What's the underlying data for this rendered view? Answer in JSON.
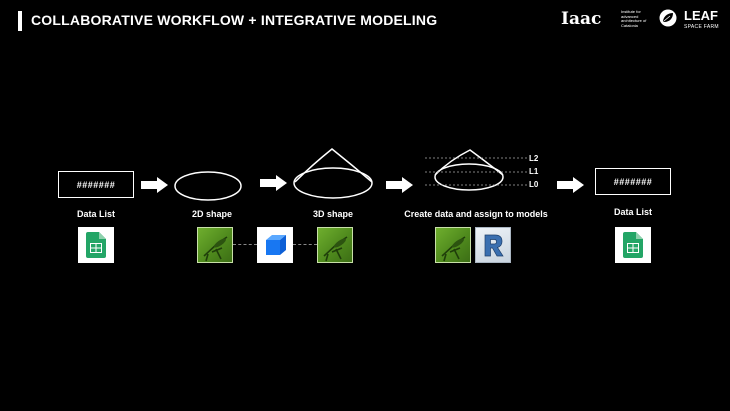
{
  "header": {
    "title": "COLLABORATIVE WORKFLOW + INTEGRATIVE MODELING",
    "iaac_logo": "Iaac",
    "iaac_subtitle": "Institute for advanced architecture of Catalonia",
    "leaf_logo": "LEAF",
    "leaf_subtitle": "SPACE FARM"
  },
  "steps": {
    "data_list_in": {
      "box_text": "#######",
      "label": "Data List",
      "icon": "google-sheets-icon"
    },
    "shape_2d": {
      "label": "2D shape",
      "icons": [
        "grasshopper-icon",
        "blue-cube-icon"
      ]
    },
    "shape_3d": {
      "label": "3D shape",
      "icons": [
        "grasshopper-icon"
      ]
    },
    "assign": {
      "label": "Create data and assign to models",
      "levels": [
        "L2",
        "L1",
        "L0"
      ],
      "icons": [
        "grasshopper-icon",
        "revit-icon"
      ]
    },
    "data_list_out": {
      "box_text": "#######",
      "label": "Data List",
      "icon": "google-sheets-icon"
    }
  },
  "colors": {
    "background": "#000000",
    "foreground": "#ffffff",
    "sheets_green": "#23a566",
    "grasshopper_green": "#5c9a24",
    "cube_blue": "#1877f2",
    "revit_blue": "#3a6fb0"
  }
}
